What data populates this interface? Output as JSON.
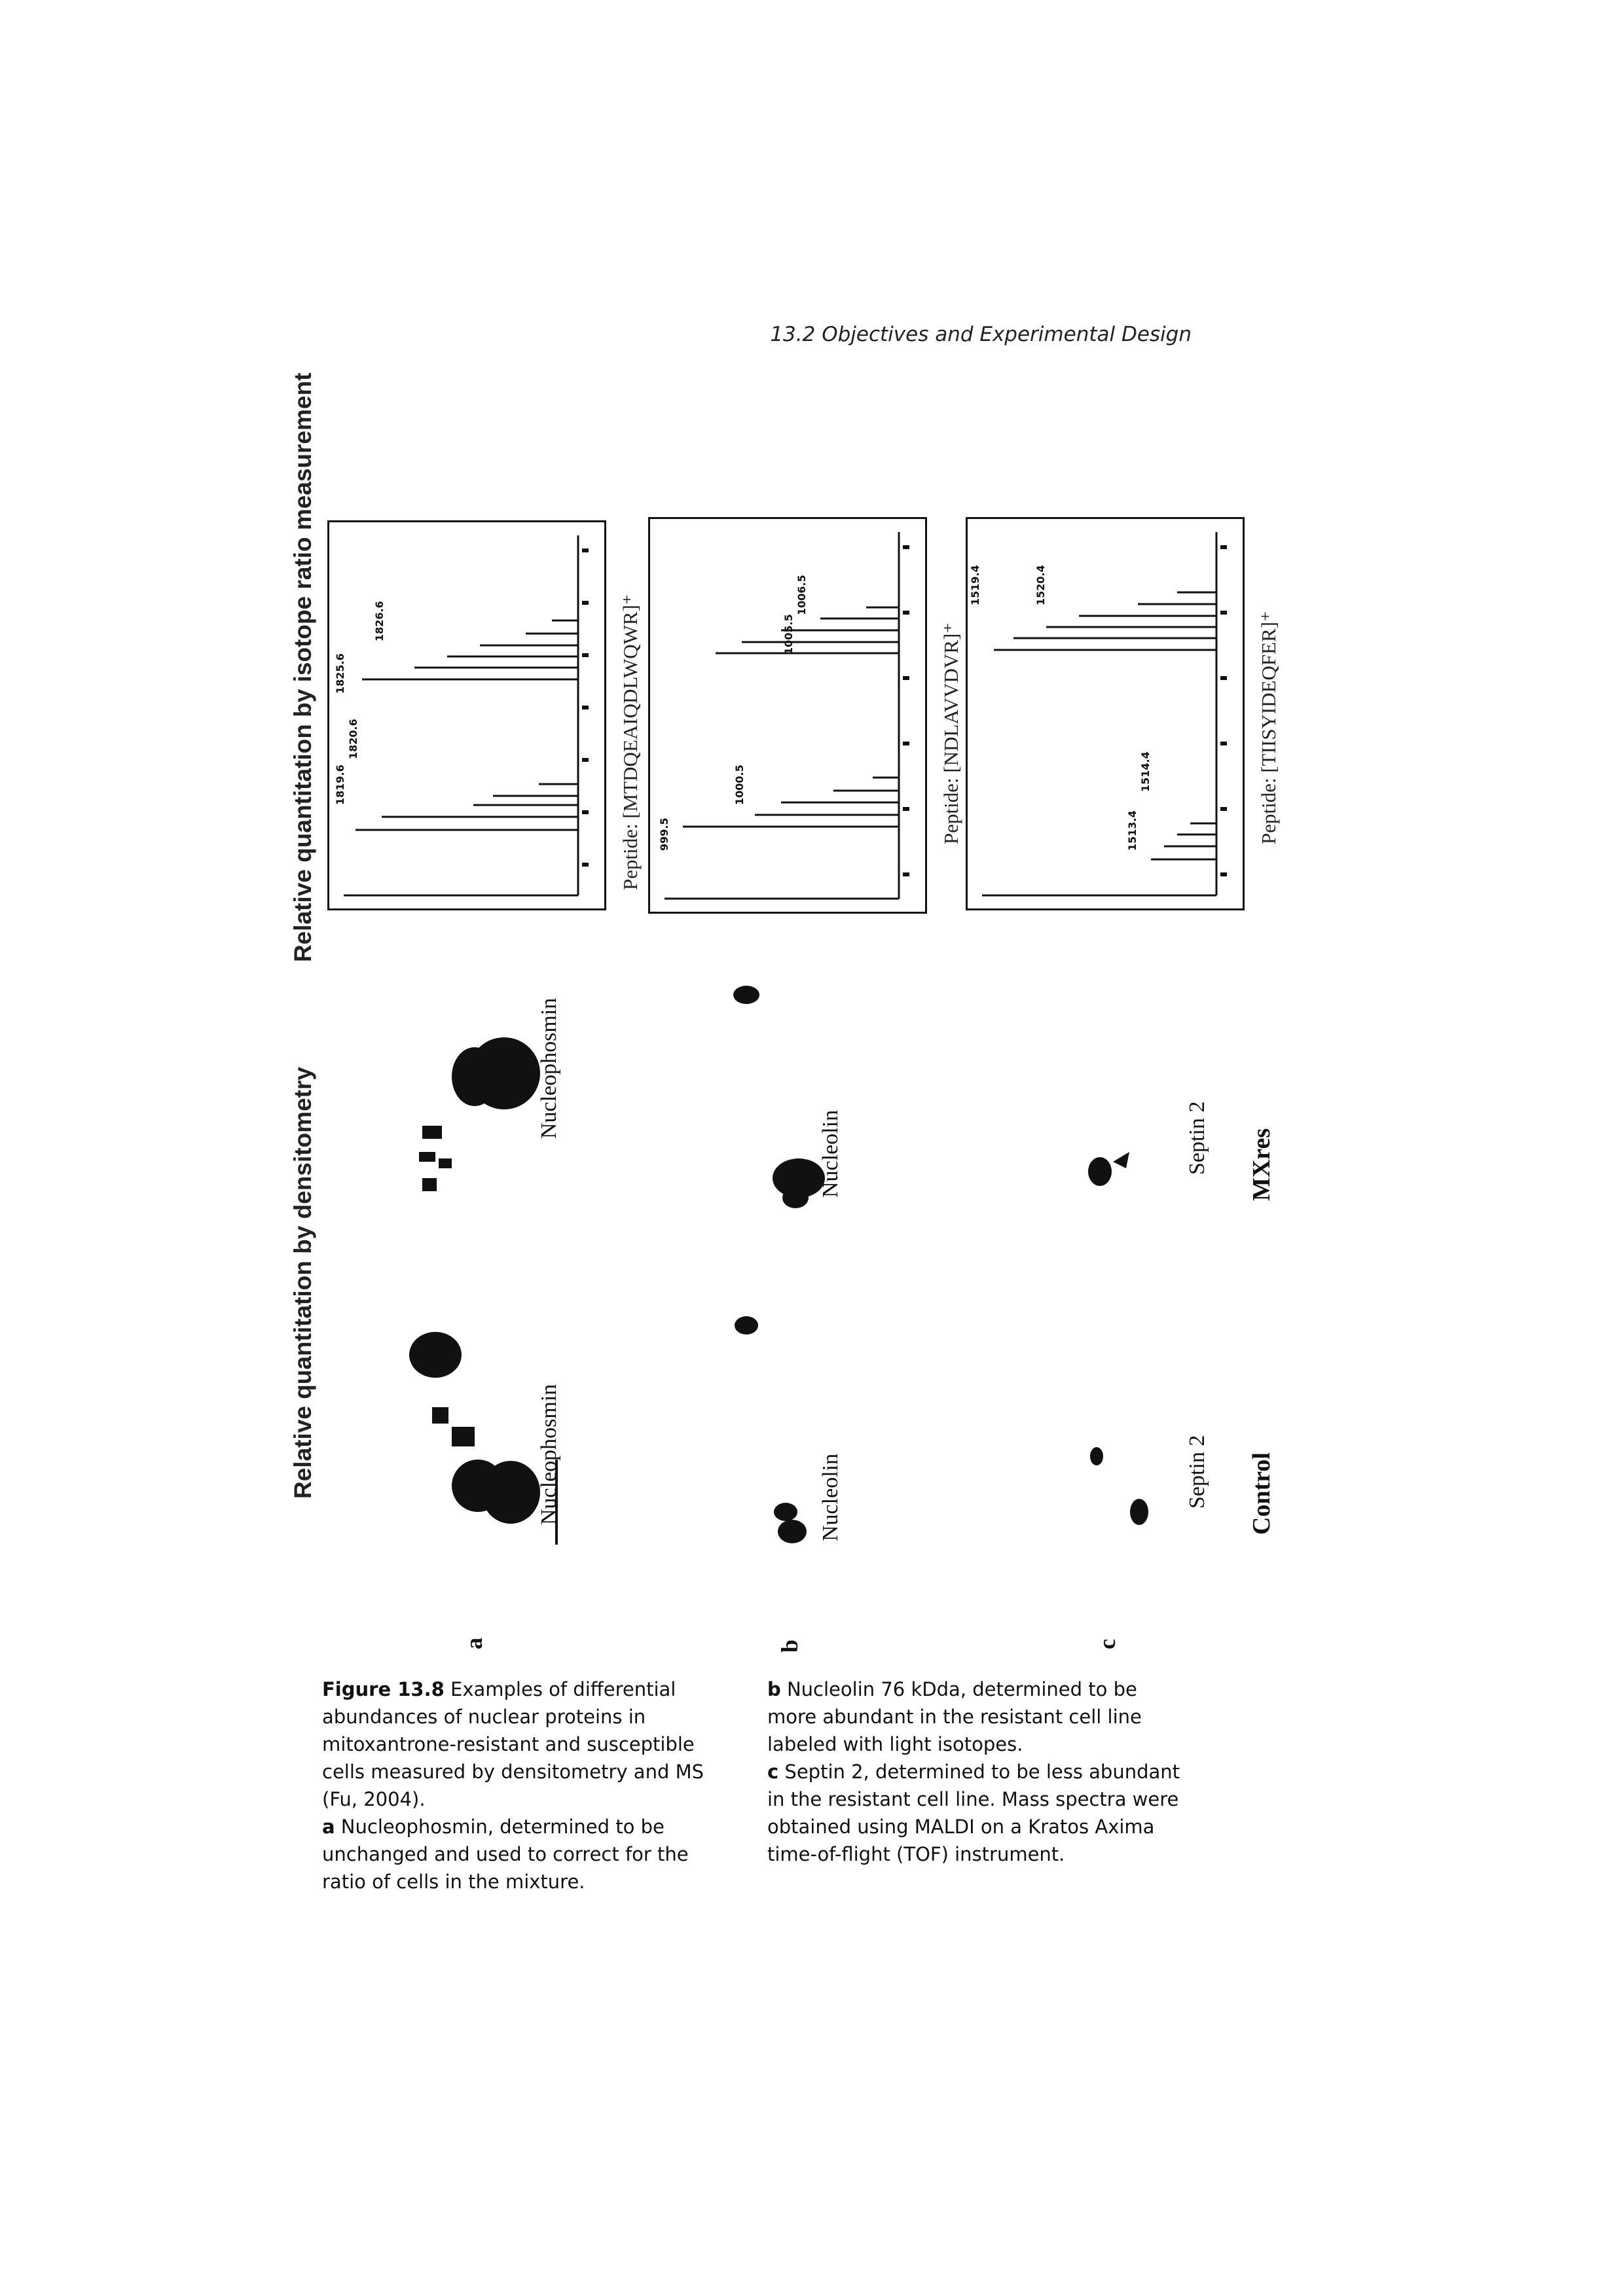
{
  "header": {
    "running_title": "13.2 Objectives and Experimental Design"
  },
  "figure": {
    "left_heading": "Relative quantitation by densitometry",
    "right_heading": "Relative quantitation by isotope ratio measurement",
    "panels": [
      {
        "letter": "a",
        "protein_control": "Nucleophosmin",
        "protein_mxres": "Nucleophosmin",
        "peptide": "Peptide: [MTDQEAIQDLWQWR]⁺",
        "peaks": [
          "1819.6",
          "1820.6",
          "1825.6",
          "1826.6"
        ]
      },
      {
        "letter": "b",
        "protein_control": "Nucleolin",
        "protein_mxres": "Nucleolin",
        "peptide": "Peptide: [NDLAVVDVR]⁺",
        "peaks": [
          "999.5",
          "1000.5",
          "1005.5",
          "1006.5"
        ]
      },
      {
        "letter": "c",
        "protein_control": "Septin 2",
        "protein_mxres": "Septin 2",
        "peptide": "Peptide: [TIISYIDEQFER]⁺",
        "peaks": [
          "1513.4",
          "1514.4",
          "1519.4",
          "1520.4"
        ]
      }
    ],
    "conditions": {
      "control": "Control",
      "mxres": "MXres"
    }
  },
  "caption": {
    "figure_label": "Figure 13.8",
    "intro": "Examples of differential abundances of nuclear proteins in mitoxantrone-resistant and susceptible cells measured by densitometry and MS (Fu, 2004).",
    "a_label": "a",
    "a_text": "Nucleophosmin, determined to be unchanged and used to correct for the ratio of cells in the mixture.",
    "b_label": "b",
    "b_text": "Nucleolin 76 kDda, determined to be more abundant in the resistant cell line labeled with light isotopes.",
    "c_label": "c",
    "c_text": "Septin 2, determined to be less abundant in the resistant cell line. Mass spectra were obtained using MALDI on a Kratos Axima time-of-flight (TOF) instrument."
  }
}
